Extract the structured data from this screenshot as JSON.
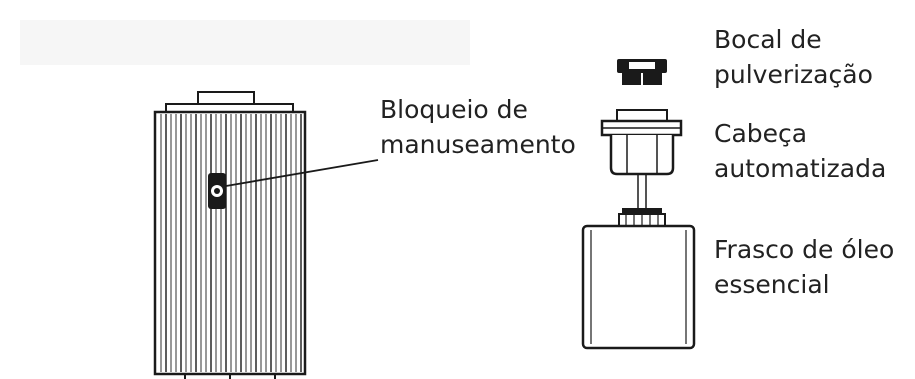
{
  "labels": {
    "lock": {
      "line1": "Bloqueio de",
      "line2": "manuseamento"
    },
    "nozzle": {
      "line1": "Bocal de",
      "line2": "pulverização"
    },
    "head": {
      "line1": "Cabeça",
      "line2": "automatizada"
    },
    "bottle": {
      "line1": "Frasco de óleo",
      "line2": "essencial"
    }
  },
  "colors": {
    "stroke": "#1a1a1a",
    "background": "#ffffff",
    "text": "#222222"
  }
}
